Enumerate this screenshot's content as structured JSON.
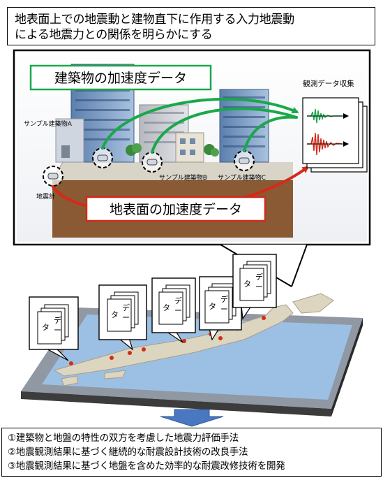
{
  "title": {
    "line1": "地表面上での地震動と建物直下に作用する入力地震動",
    "line2": "による地震力との関係を明らかにする"
  },
  "scene": {
    "building_accel_label": "建築物の加速度データ",
    "ground_accel_label": "地表面の加速度データ",
    "collection_label": "観測データ収集",
    "sample_a": "サンプル建築物A",
    "sample_b": "サンプル建築物B",
    "sample_c": "サンプル建築物C",
    "seismometer": "地震計"
  },
  "map": {
    "card_label_1": "デ",
    "card_label_2": "ー",
    "card_label_3": "タ"
  },
  "results": {
    "item1": "①建築物と地盤の特性の双方を考慮した地震力評価手法",
    "item2": "②地震観測結果に基づく継続的な耐震設計技術の改良手法",
    "item3": "③地震観測結果に基づく地盤を含めた効率的な耐震改修技術を開発"
  },
  "colors": {
    "green_accent": "#1aa84a",
    "red_accent": "#d42a1a",
    "arrow_blue": "#4a78c0",
    "soil": "#8a5a34"
  }
}
